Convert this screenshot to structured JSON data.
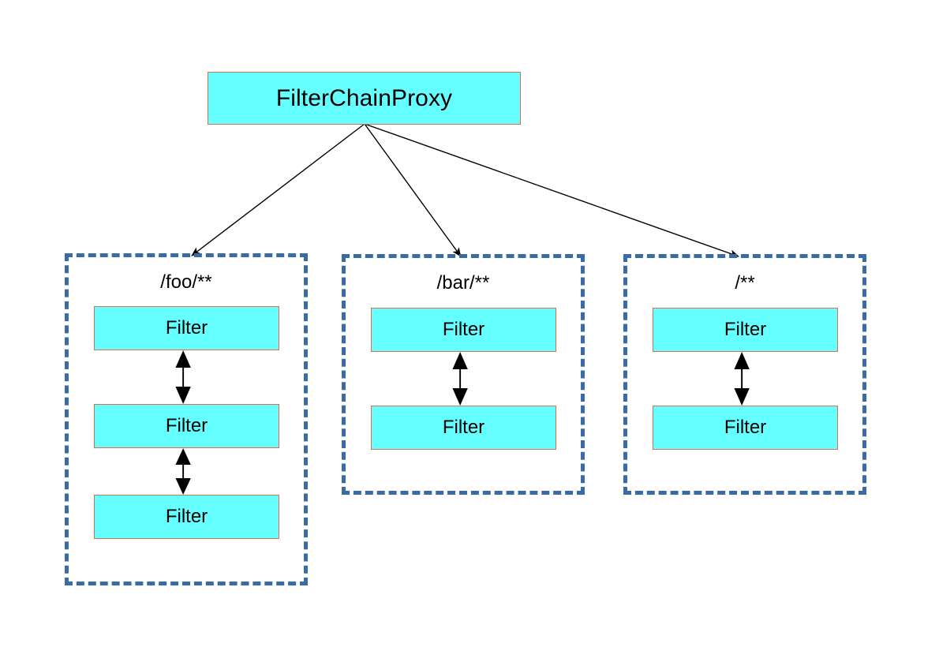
{
  "diagram": {
    "title": "FilterChainProxy",
    "background_color": "#ffffff",
    "node_fill_color": "#66ffff",
    "node_border_color": "#d9704c",
    "group_border_color": "#3a6ba5",
    "edge_color": "#000000",
    "root": {
      "label": "FilterChainProxy"
    },
    "groups": [
      {
        "label": "/foo/**",
        "filters": [
          {
            "label": "Filter"
          },
          {
            "label": "Filter"
          },
          {
            "label": "Filter"
          }
        ],
        "connectors": [
          {
            "type": "double-arrow"
          },
          {
            "type": "double-arrow"
          }
        ]
      },
      {
        "label": "/bar/**",
        "filters": [
          {
            "label": "Filter"
          },
          {
            "label": "Filter"
          }
        ],
        "connectors": [
          {
            "type": "double-arrow"
          }
        ]
      },
      {
        "label": "/**",
        "filters": [
          {
            "label": "Filter"
          },
          {
            "label": "Filter"
          }
        ],
        "connectors": [
          {
            "type": "double-arrow"
          }
        ]
      }
    ],
    "edges": [
      {
        "from": "FilterChainProxy",
        "to": "/foo/**",
        "style": "solid-arrow"
      },
      {
        "from": "FilterChainProxy",
        "to": "/bar/**",
        "style": "solid-arrow"
      },
      {
        "from": "FilterChainProxy",
        "to": "/**",
        "style": "solid-arrow"
      }
    ]
  }
}
